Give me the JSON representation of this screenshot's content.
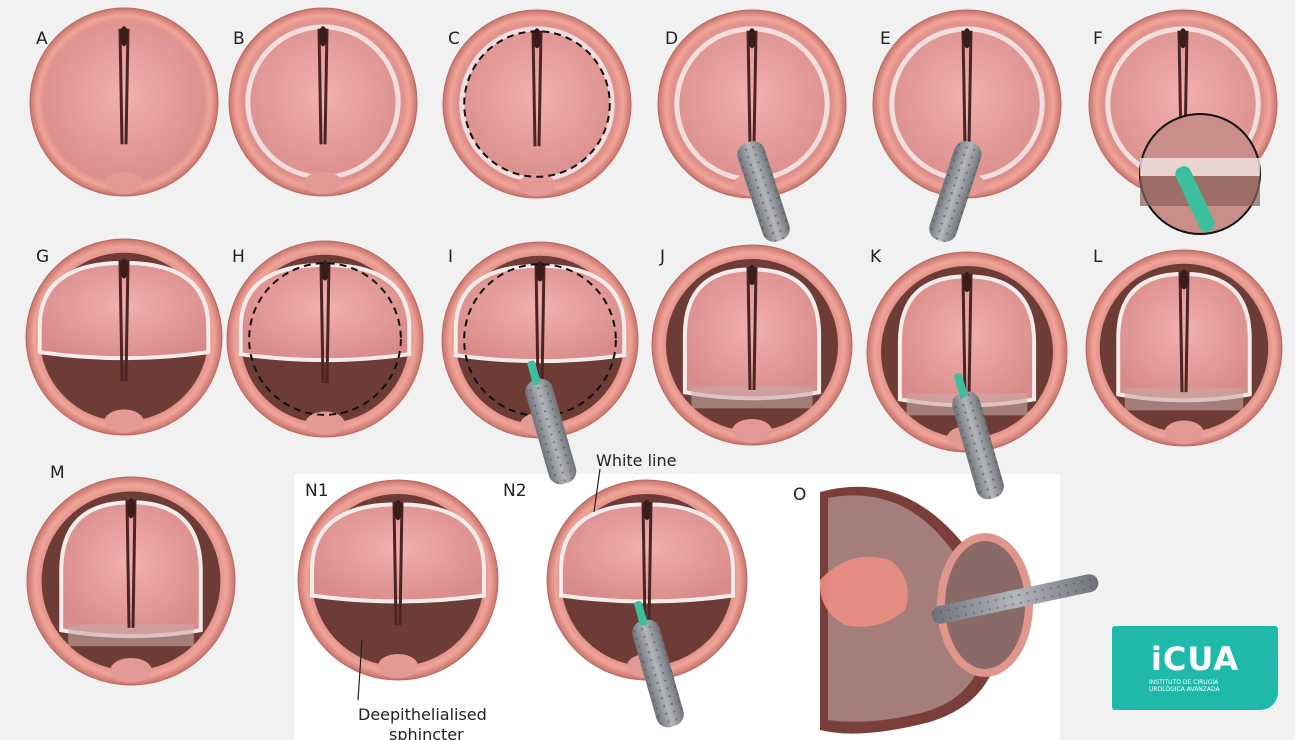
{
  "panels": {
    "A": "A",
    "B": "B",
    "C": "C",
    "D": "D",
    "E": "E",
    "F": "F",
    "G": "G",
    "H": "H",
    "I": "I",
    "J": "J",
    "K": "K",
    "L": "L",
    "M": "M",
    "N1": "N1",
    "N2": "N2",
    "O": "O"
  },
  "annotations": {
    "white_line": "White line",
    "deepithelialised_1": "Deepithelialised",
    "deepithelialised_2": "sphincter"
  },
  "logo": {
    "wordmark": "iCUA",
    "line1": "INSTITUTO DE CIRUGÍA",
    "line2": "UROLÓGICA AVANZADA"
  },
  "colors": {
    "background": "#f1f1f1",
    "ring": "#e7958c",
    "mucosa": "#e9a1a1",
    "deep_tissue": "#7c4d48",
    "instrument": "#8c9094",
    "tip": "#3cbf9d",
    "logo": "#1fb9ab"
  },
  "icons": [
    "anatomical-illustration",
    "endoscope-instrument",
    "magnifier-inset"
  ]
}
